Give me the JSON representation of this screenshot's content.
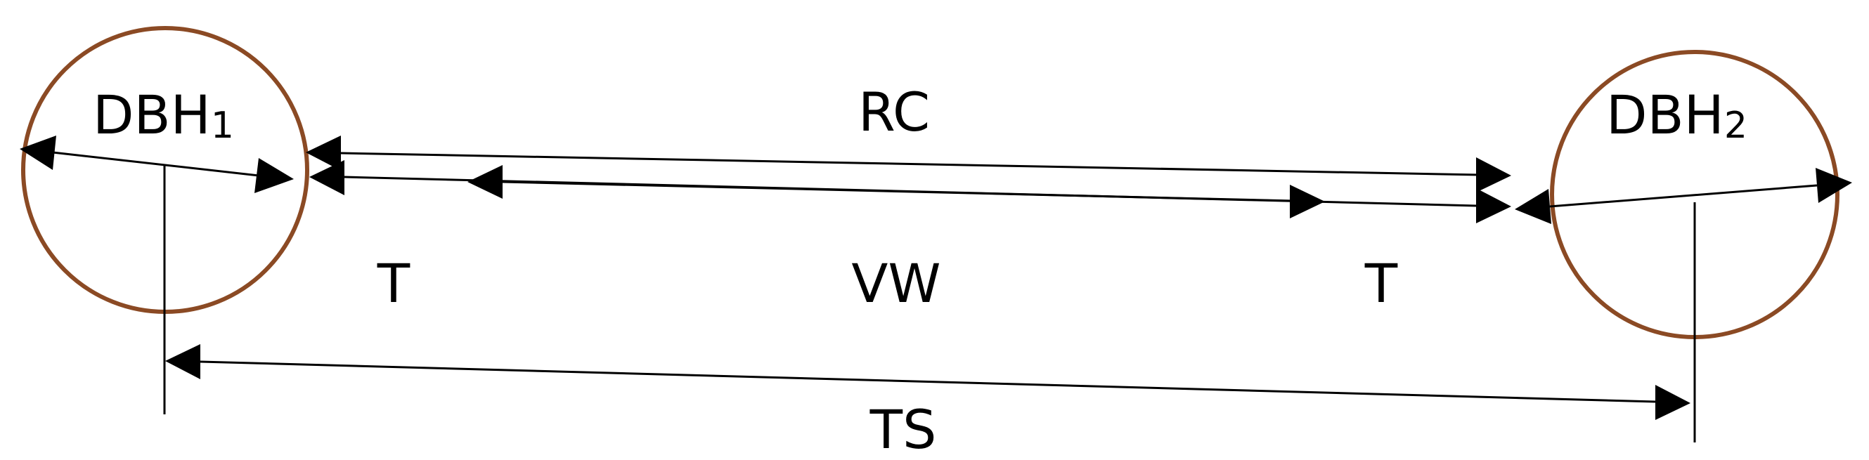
{
  "colors": {
    "trunk_outline": "#8B4A24",
    "lines": "#000000",
    "background": "#ffffff"
  },
  "trees": [
    {
      "label": "DBH",
      "subscript": "1"
    },
    {
      "label": "DBH",
      "subscript": "2"
    }
  ],
  "dimensions": {
    "rc": "RC",
    "vw": "VW",
    "t_left": "T",
    "t_right": "T",
    "ts": "TS"
  }
}
